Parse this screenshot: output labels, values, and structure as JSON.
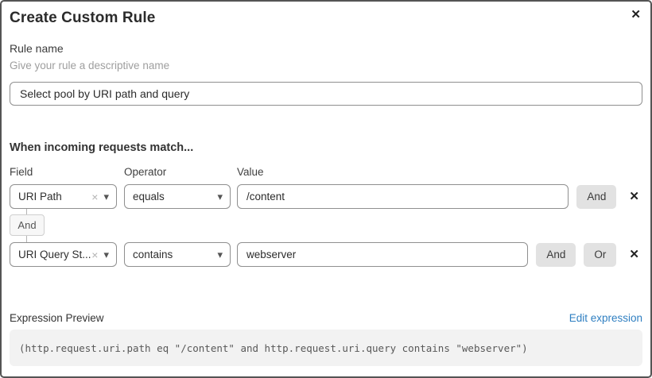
{
  "dialog": {
    "title": "Create Custom Rule"
  },
  "icons": {
    "close": "✕",
    "clear": "×",
    "caret": "▾",
    "remove": "✕"
  },
  "rule_name": {
    "label": "Rule name",
    "helper": "Give your rule a descriptive name",
    "value": "Select pool by URI path and query"
  },
  "match_section": {
    "heading": "When incoming requests match...",
    "column_labels": {
      "field": "Field",
      "operator": "Operator",
      "value": "Value"
    },
    "connector_label": "And",
    "rows": [
      {
        "field": "URI Path",
        "operator": "equals",
        "value": "/content",
        "buttons": [
          "And"
        ]
      },
      {
        "field": "URI Query St...",
        "operator": "contains",
        "value": "webserver",
        "buttons": [
          "And",
          "Or"
        ]
      }
    ]
  },
  "expression": {
    "label": "Expression Preview",
    "edit_link": "Edit expression",
    "code": "(http.request.uri.path eq \"/content\" and http.request.uri.query contains \"webserver\")"
  },
  "colors": {
    "link_blue": "#2f7fc1",
    "button_bg": "#e2e2e2",
    "code_bg": "#f2f2f2"
  }
}
